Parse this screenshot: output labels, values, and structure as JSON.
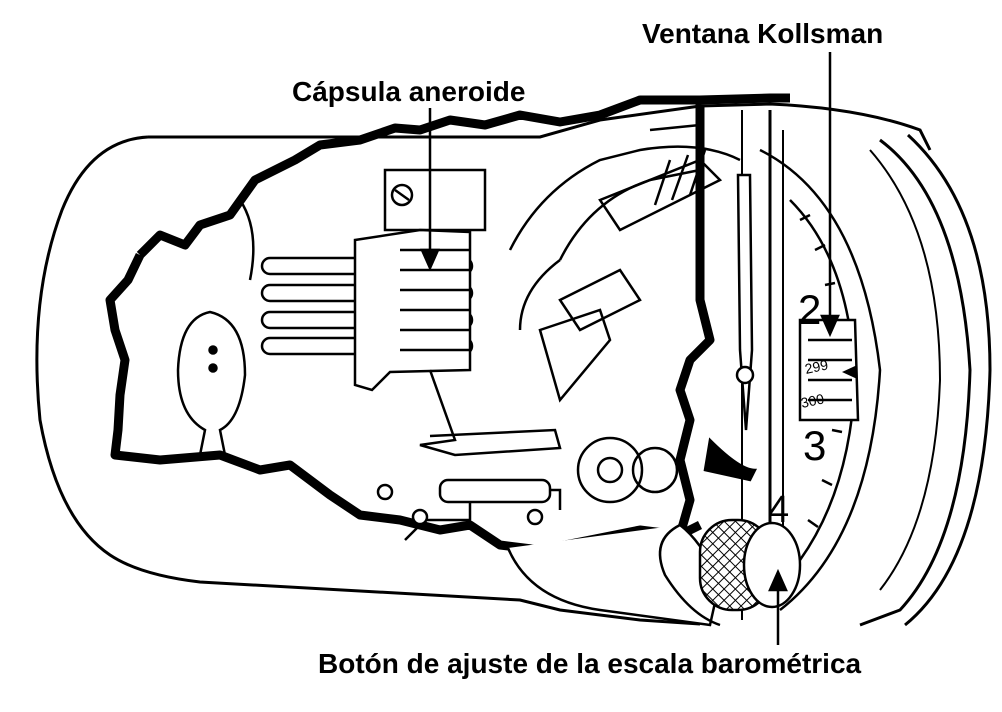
{
  "labels": {
    "kollsman_window": "Ventana Kollsman",
    "aneroid_capsule": "Cápsula aneroide",
    "baro_knob": "Botón de ajuste de la escala barométrica"
  },
  "dial": {
    "numbers": [
      "2",
      "3",
      "4"
    ],
    "kollsman_scale": [
      "299",
      "300"
    ]
  },
  "colors": {
    "ink": "#000000",
    "paper": "#ffffff"
  }
}
